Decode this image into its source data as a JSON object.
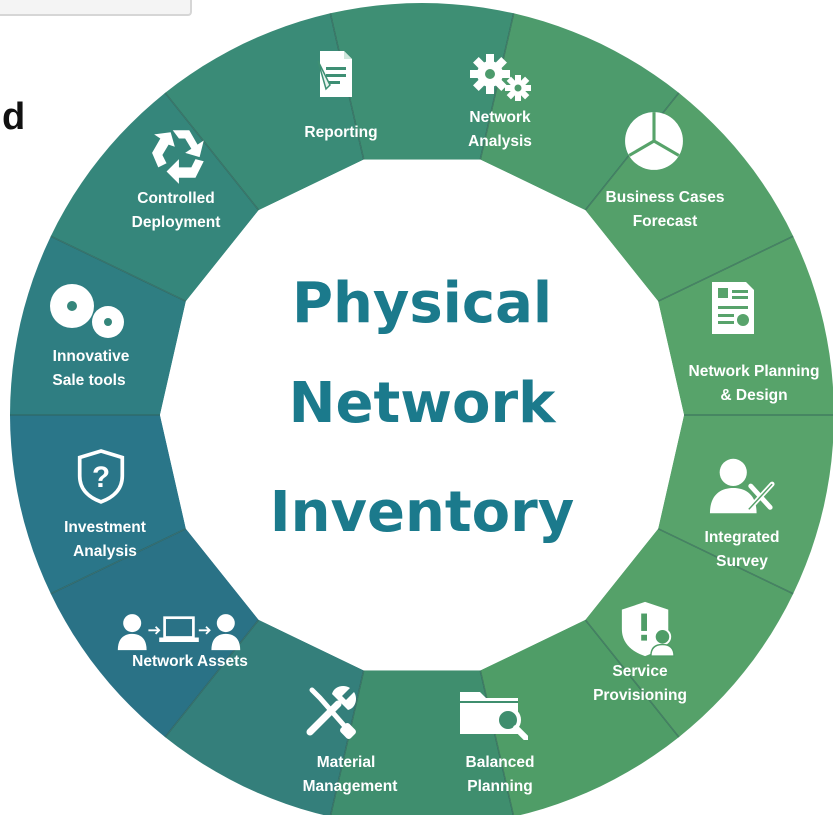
{
  "left_fragment": "d",
  "center_title": [
    "Physical",
    "Network",
    "Inventory"
  ],
  "colors": {
    "title": "#1b7a8c",
    "segments": [
      "#3e8f74",
      "#4d9b6c",
      "#54a06a",
      "#57a36a",
      "#58a36b",
      "#55a169",
      "#4f9d67",
      "#3f8e6e",
      "#347f7b",
      "#2a7286",
      "#2a7689",
      "#2f7e82",
      "#35867b",
      "#3a8b77"
    ],
    "divider": "#2f5f55"
  },
  "segments": [
    {
      "id": "reporting",
      "lines": [
        "Reporting"
      ],
      "icon": "report-document-icon"
    },
    {
      "id": "network-analysis",
      "lines": [
        "Network",
        "Analysis"
      ],
      "icon": "gears-icon"
    },
    {
      "id": "business-cases-forecast",
      "lines": [
        "Business Cases",
        "Forecast"
      ],
      "icon": "pie-chart-icon"
    },
    {
      "id": "network-planning-design",
      "lines": [
        "Network Planning",
        "& Design"
      ],
      "icon": "dashboard-document-icon"
    },
    {
      "id": "integrated-survey",
      "lines": [
        "Integrated",
        "Survey"
      ],
      "icon": "person-tools-icon"
    },
    {
      "id": "service-provisioning",
      "lines": [
        "Service",
        "Provisioning"
      ],
      "icon": "shield-person-icon"
    },
    {
      "id": "balanced-planning",
      "lines": [
        "Balanced",
        "Planning"
      ],
      "icon": "folder-search-icon"
    },
    {
      "id": "material-management",
      "lines": [
        "Material",
        "Management"
      ],
      "icon": "wrench-screwdriver-icon"
    },
    {
      "id": "network-assets",
      "lines": [
        "Network Assets"
      ],
      "icon": "users-laptop-icon"
    },
    {
      "id": "investment-analysis",
      "lines": [
        "Investment",
        "Analysis"
      ],
      "icon": "shield-question-icon"
    },
    {
      "id": "innovative-sale-tools",
      "lines": [
        "Innovative",
        "Sale tools"
      ],
      "icon": "discs-icon"
    },
    {
      "id": "controlled-deployment",
      "lines": [
        "Controlled",
        "Deployment"
      ],
      "icon": "recycle-icon"
    }
  ]
}
